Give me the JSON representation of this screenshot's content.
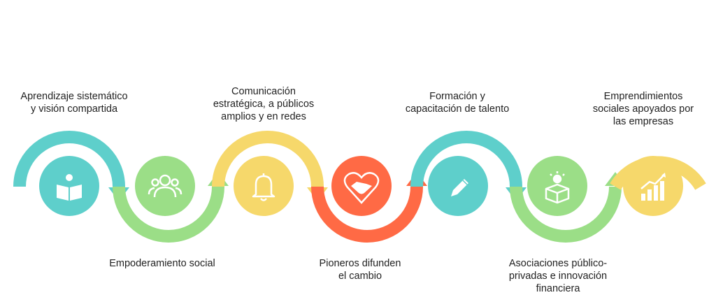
{
  "steps": [
    {
      "label": "Aprendizaje sistemático\ny visión compartida",
      "color": "#5ECFCB",
      "icon": "book-reader-icon"
    },
    {
      "label": "Empoderamiento social",
      "color": "#9BDE87",
      "icon": "users-icon"
    },
    {
      "label": "Comunicación\nestratégica, a públicos\namplios y en redes",
      "color": "#F6D86B",
      "icon": "bell-icon"
    },
    {
      "label": "Pioneros difunden\nel cambio",
      "color": "#FF6A45",
      "icon": "handshake-heart-icon"
    },
    {
      "label": "Formación y\ncapacitación de talento",
      "color": "#5ECFCB",
      "icon": "pencil-icon"
    },
    {
      "label": "Asociaciones público-\nprivadas e innovación\nfinanciera",
      "color": "#9BDE87",
      "icon": "idea-box-icon"
    },
    {
      "label": "Emprendimientos\nsociales apoyados por\nlas empresas",
      "color": "#F6D86B",
      "icon": "growth-chart-icon"
    }
  ]
}
